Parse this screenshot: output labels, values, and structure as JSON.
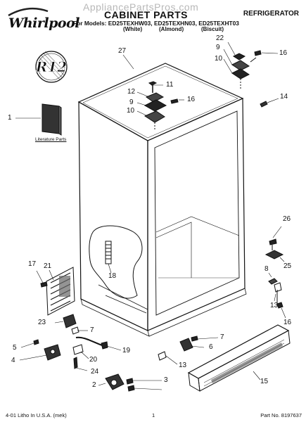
{
  "header": {
    "brand": "Whirlpool",
    "watermark": "AppliancePartsPros.com",
    "title": "CABINET PARTS",
    "category": "REFRIGERATOR",
    "models_line": "For Models: ED25TEXHW03, ED25TEXHN03, ED25TEXHT03",
    "colors": [
      "(White)",
      "(Almond)",
      "(Biscuit)"
    ]
  },
  "badge": {
    "text": "R12",
    "icon": "r12-refrigerant-badge-icon"
  },
  "literature_label": "Literature Parts",
  "callouts": {
    "c27": "27",
    "c22": "22",
    "c9a": "9",
    "c16a": "16",
    "c10a": "10",
    "c11": "11",
    "c12": "12",
    "c9b": "9",
    "c16b": "16",
    "c10b": "10",
    "c14": "14",
    "c1": "1",
    "c26": "26",
    "c25": "25",
    "c8": "8",
    "c17": "17",
    "c21": "21",
    "c18": "18",
    "c23": "23",
    "c7a": "7",
    "c13a": "13",
    "c16c": "16",
    "c5": "5",
    "c4": "4",
    "c19": "19",
    "c7b": "7",
    "c6": "6",
    "c20": "20",
    "c24": "24",
    "c13b": "13",
    "c3": "3",
    "c2": "2",
    "c15": "15"
  },
  "footer": {
    "left": "4-01 Litho In U.S.A. (mek)",
    "page": "1",
    "part_no": "Part No. 8197637"
  }
}
